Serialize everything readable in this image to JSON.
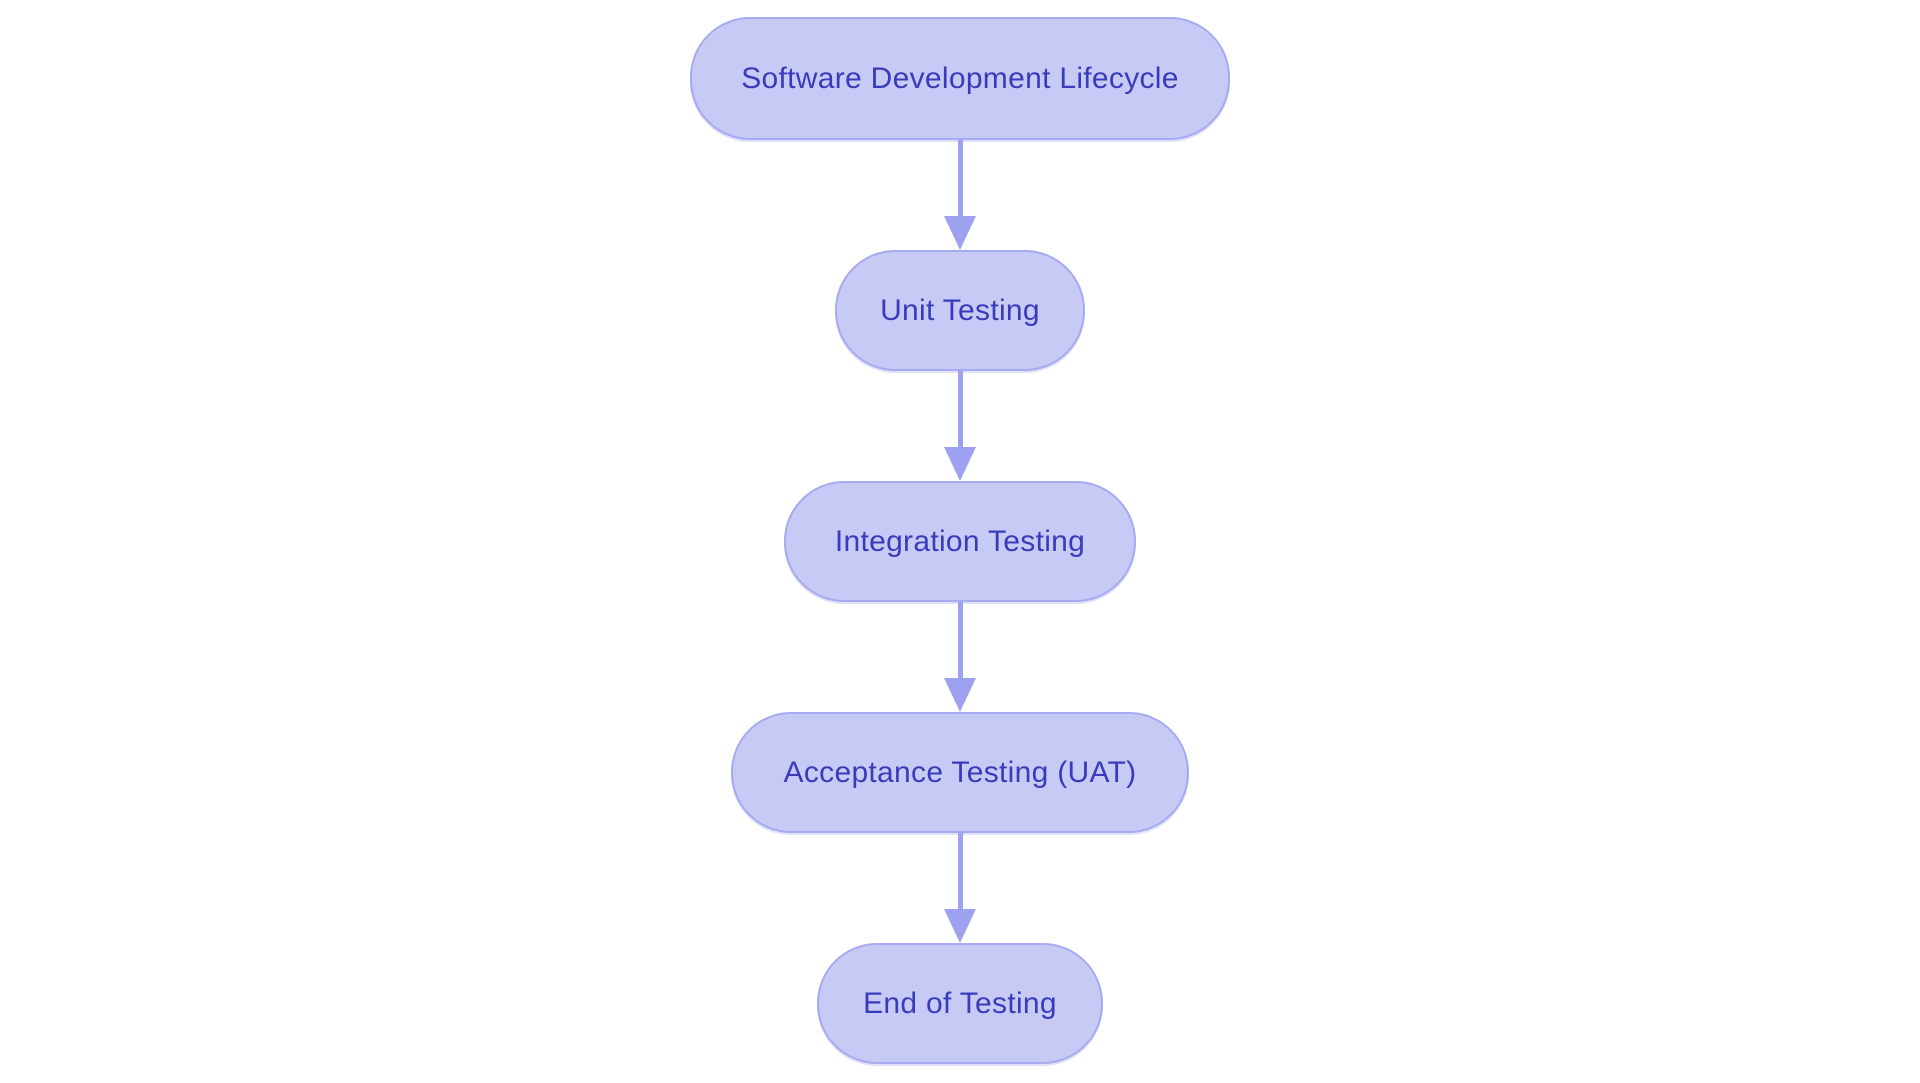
{
  "diagram": {
    "type": "flowchart",
    "direction": "top-down",
    "nodes": [
      {
        "id": "sdlc",
        "label": "Software Development Lifecycle"
      },
      {
        "id": "unit",
        "label": "Unit Testing"
      },
      {
        "id": "integration",
        "label": "Integration Testing"
      },
      {
        "id": "uat",
        "label": "Acceptance Testing (UAT)"
      },
      {
        "id": "end",
        "label": "End of Testing"
      }
    ],
    "edges": [
      {
        "from": "sdlc",
        "to": "unit"
      },
      {
        "from": "unit",
        "to": "integration"
      },
      {
        "from": "integration",
        "to": "uat"
      },
      {
        "from": "uat",
        "to": "end"
      }
    ]
  },
  "colors": {
    "node-fill": "#c8caf6",
    "node-border": "#a6aaf0",
    "node-text": "#383cbb",
    "arrow": "#9ca2f0",
    "background": "#ffffff"
  }
}
